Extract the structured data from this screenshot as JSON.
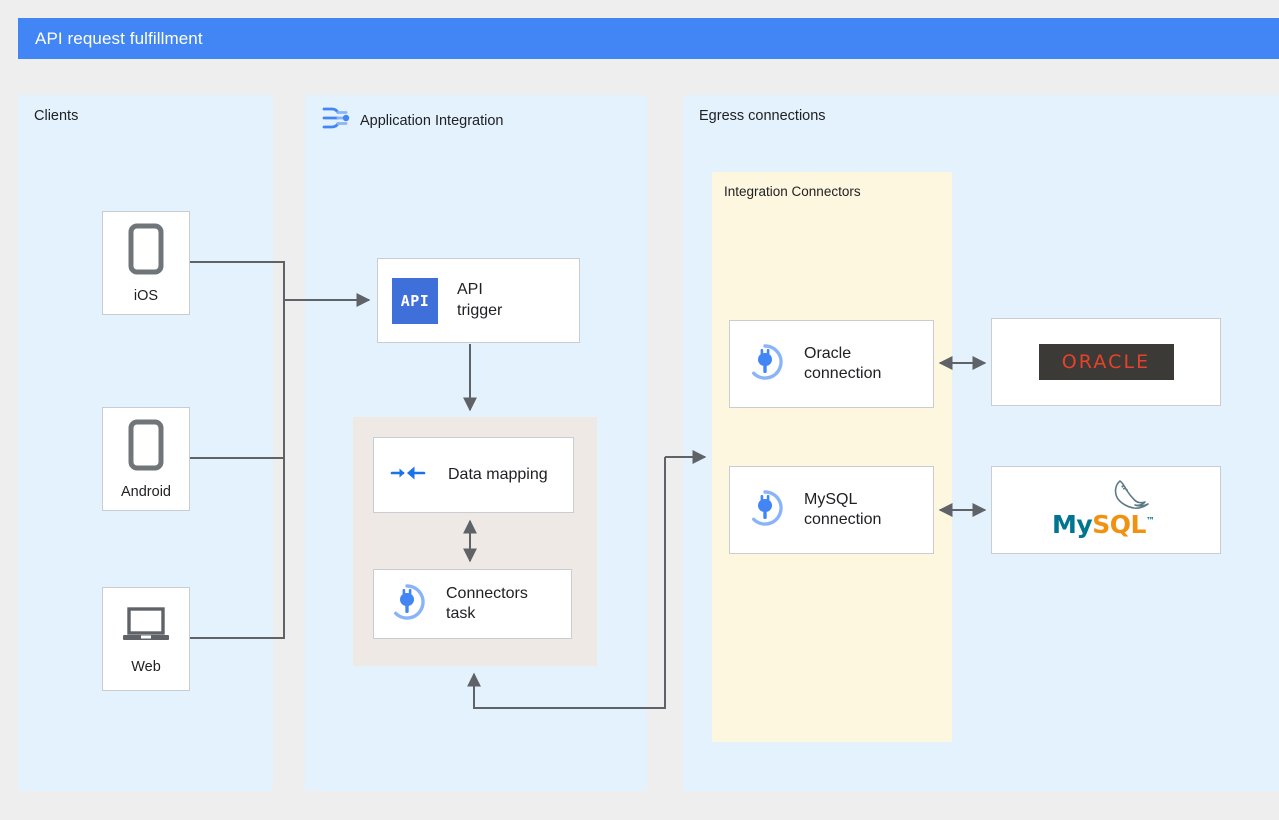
{
  "header": {
    "title": "API request fulfillment",
    "accent_color": "#4285f4"
  },
  "lanes": [
    {
      "id": "clients",
      "title": "Clients",
      "icon": null,
      "background": "#e3f2fd"
    },
    {
      "id": "application-integration",
      "title": "Application Integration",
      "icon": "application-integration-icon",
      "background": "#e3f2fd"
    },
    {
      "id": "egress-connections",
      "title": "Egress connections",
      "icon": null,
      "background": "#e3f2fd"
    }
  ],
  "clients": {
    "devices": [
      {
        "id": "ios",
        "label": "iOS",
        "icon": "mobile-phone-icon"
      },
      {
        "id": "android",
        "label": "Android",
        "icon": "mobile-phone-icon"
      },
      {
        "id": "web",
        "label": "Web",
        "icon": "laptop-icon"
      }
    ]
  },
  "application_integration": {
    "nodes": [
      {
        "id": "api-trigger",
        "label": "API\ntrigger",
        "icon": "api-trigger-icon",
        "icon_text": "API"
      },
      {
        "id": "data-mapping",
        "label": "Data mapping",
        "icon": "data-mapping-icon"
      },
      {
        "id": "connectors-task",
        "label": "Connectors\ntask",
        "icon": "connectors-plug-icon"
      }
    ],
    "task_group": {
      "background": "#eee9e5"
    }
  },
  "egress": {
    "group": {
      "title": "Integration Connectors",
      "background": "#fef7e0"
    },
    "connections": [
      {
        "id": "oracle-connection",
        "label": "Oracle\nconnection",
        "icon": "connectors-plug-icon"
      },
      {
        "id": "mysql-connection",
        "label": "MySQL\nconnection",
        "icon": "connectors-plug-icon"
      }
    ],
    "systems": [
      {
        "id": "oracle",
        "logo": "oracle-logo",
        "wordmark": "ORACLE",
        "logo_bg": "#3b3a37",
        "logo_fg": "#e8412a"
      },
      {
        "id": "mysql",
        "logo": "mysql-logo",
        "wordmark_part1": "My",
        "wordmark_part2": "SQL",
        "trademark": "™",
        "color_part1": "#00758f",
        "color_part2": "#f29111"
      }
    ]
  },
  "colors": {
    "lane_background": "#e3f2fd",
    "canvas_background": "#eeeeee",
    "connector_stroke": "#5f6368",
    "node_border": "#c9cdd1",
    "icon_blue": "#1a73e8",
    "device_gray": "#70757a"
  }
}
